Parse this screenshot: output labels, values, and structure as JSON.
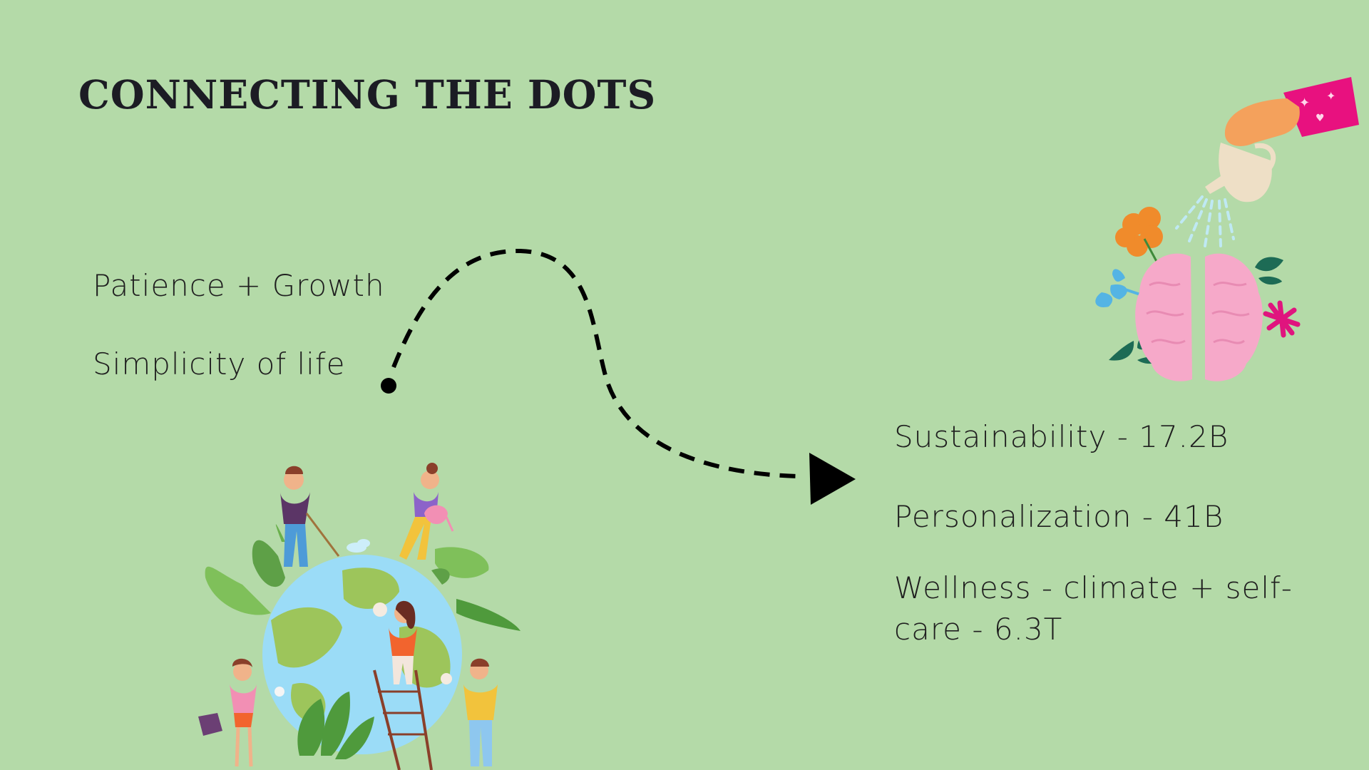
{
  "title": "CONNECTING THE DOTS",
  "left_points": [
    "Patience + Growth",
    "Simplicity of life"
  ],
  "right_points": [
    "Sustainability - 17.2B",
    "Personalization - 41B",
    "Wellness - climate + self-care - 6.3T"
  ],
  "colors": {
    "background": "#b4daa8",
    "text": "#1f1f1f",
    "brain": "#f6a9c9",
    "sleeve": "#e8117f",
    "hand": "#f4a15c"
  },
  "illustrations": {
    "left": "earth-cleaning-people-illustration",
    "right": "watering-brain-garden-illustration",
    "connector": "dashed-arrow-connector"
  }
}
